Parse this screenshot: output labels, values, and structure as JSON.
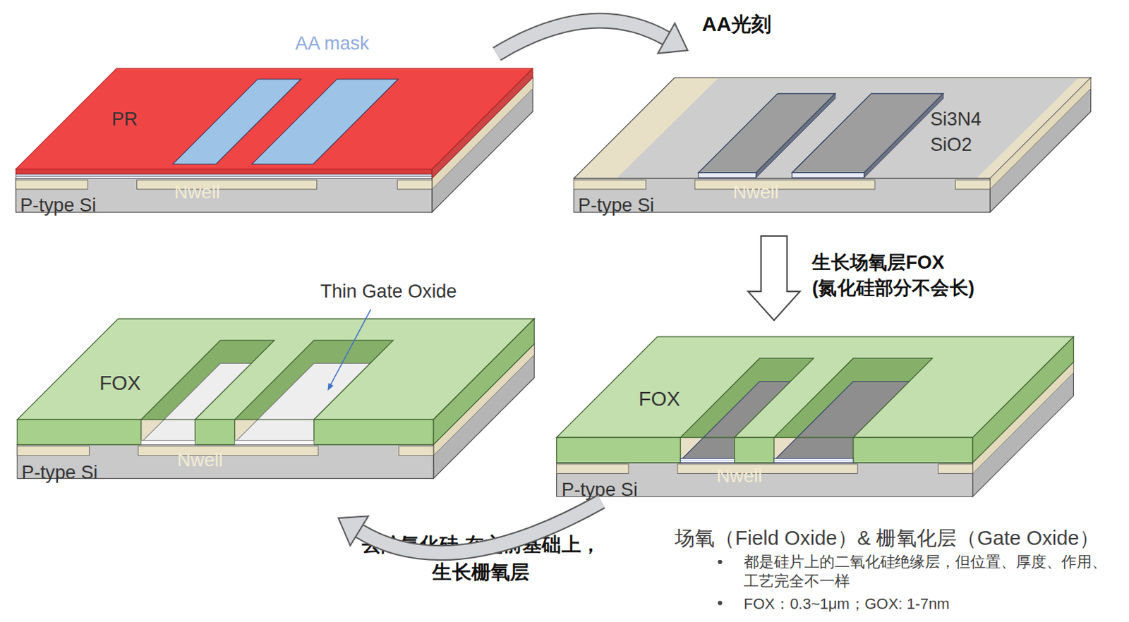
{
  "diagram": {
    "nodes": [
      {
        "text": [
          "AA mask",
          "PR",
          "Nwell",
          "P-type Si"
        ]
      },
      {
        "text": [
          "Si3N4",
          "SiO2",
          "Nwell",
          "P-type Si"
        ]
      },
      {
        "text": [
          "FOX",
          "Nwell",
          "P-type Si"
        ]
      },
      {
        "text": [
          "Thin Gate Oxide",
          "FOX",
          "Nwell",
          "P-type Si"
        ]
      }
    ],
    "edges": [
      {
        "from": 0,
        "to": 1,
        "arrow": "to",
        "label": "AA光刻"
      },
      {
        "from": 1,
        "to": 2,
        "arrow": "to",
        "label": "生长场氧层FOX (氮化硅部分不会长)"
      },
      {
        "from": 2,
        "to": 3,
        "arrow": "to",
        "label": "去除氮化硅 在之前基础上，生长栅氧层"
      }
    ],
    "labels": [
      "场氧（Field Oxide）& 栅氧化层（Gate Oxide）",
      "都是硅片上的二氧化硅绝缘层，但位置、厚度、作用、工艺完全不一样",
      "FOX：0.3~1μm；GOX: 1-7nm"
    ]
  }
}
